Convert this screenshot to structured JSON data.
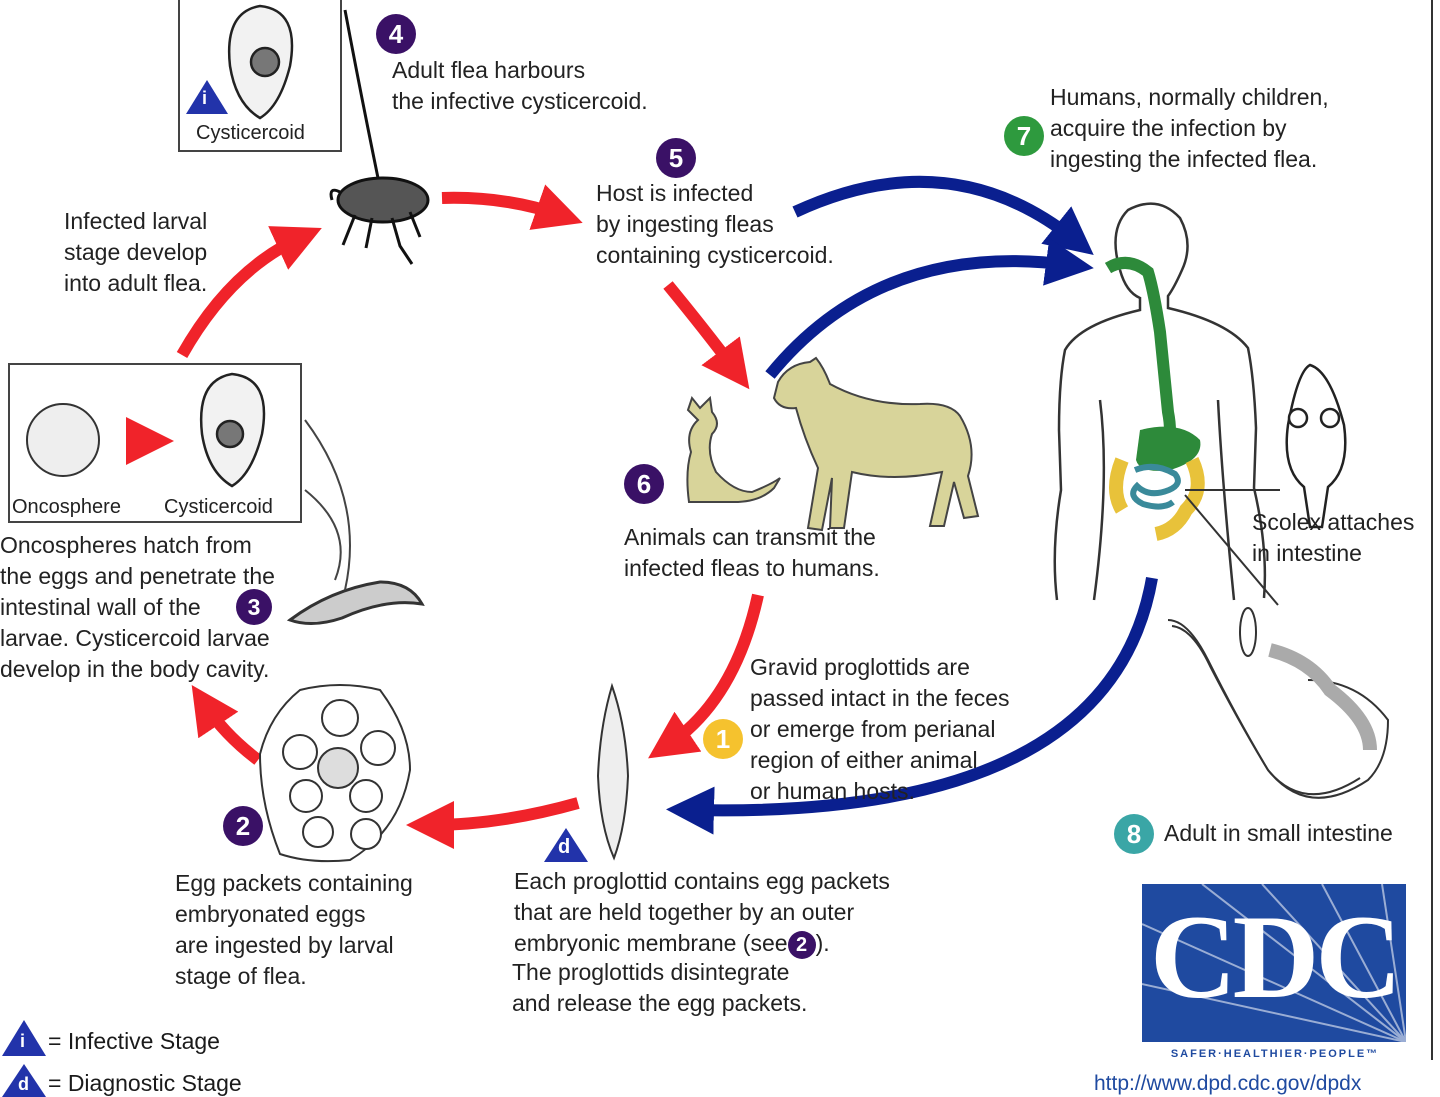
{
  "colors": {
    "red_arrow": "#f0232a",
    "blue_arrow": "#0a1f8f",
    "purple_badge": "#3a1166",
    "green_badge": "#2e9a3e",
    "yellow_badge": "#f5c22e",
    "teal_badge": "#3aa6a6",
    "infective_triangle": "#2233aa",
    "digestive_green": "#2d8a3a",
    "intestine_yellow": "#e8c23a",
    "animal_tan": "#d8d49a"
  },
  "stages": {
    "s1": {
      "num": "1",
      "text": "Gravid proglottids are\npassed intact in the feces\nor emerge from perianal\nregion of either animal\nor human hosts."
    },
    "s2": {
      "num": "2",
      "text": "Egg packets containing\nembryonated eggs\nare ingested by larval\nstage of flea."
    },
    "s3": {
      "num": "3",
      "text": "Oncospheres hatch from\nthe eggs and penetrate the\nintestinal wall of the\nlarvae. Cysticercoid larvae\ndevelop in the body cavity."
    },
    "s4": {
      "num": "4",
      "text": "Adult flea harbours\nthe infective cysticercoid."
    },
    "s5": {
      "num": "5",
      "text": "Host is infected\nby ingesting fleas\ncontaining cysticercoid."
    },
    "s6": {
      "num": "6",
      "text": "Animals can transmit the\ninfected fleas to humans."
    },
    "s7": {
      "num": "7",
      "text": "Humans, normally children,\nacquire the infection by\ningesting the infected flea."
    },
    "s8": {
      "num": "8",
      "text": "Adult in small intestine"
    }
  },
  "larval_text": "Infected larval\nstage develop\ninto adult flea.",
  "proglottid_text": "Each proglottid contains egg packets\nthat are held together by an outer\nembryonic membrane (see",
  "proglottid_see": "2",
  "proglottid_close": ").",
  "proglottid_text2": "The proglottids disintegrate\nand release the egg packets.",
  "scolex_text": "Scolex attaches\nin intestine",
  "labels": {
    "cysticercoid_top": "Cysticercoid",
    "oncosphere": "Oncosphere",
    "cysticercoid_box": "Cysticercoid"
  },
  "markers": {
    "infective": "i",
    "diagnostic": "d"
  },
  "legend": {
    "infective": "= Infective Stage",
    "diagnostic": "= Diagnostic Stage"
  },
  "logo": {
    "text": "CDC",
    "tagline": "SAFER·HEALTHIER·PEOPLE™",
    "url": "http://www.dpd.cdc.gov/dpdx"
  }
}
